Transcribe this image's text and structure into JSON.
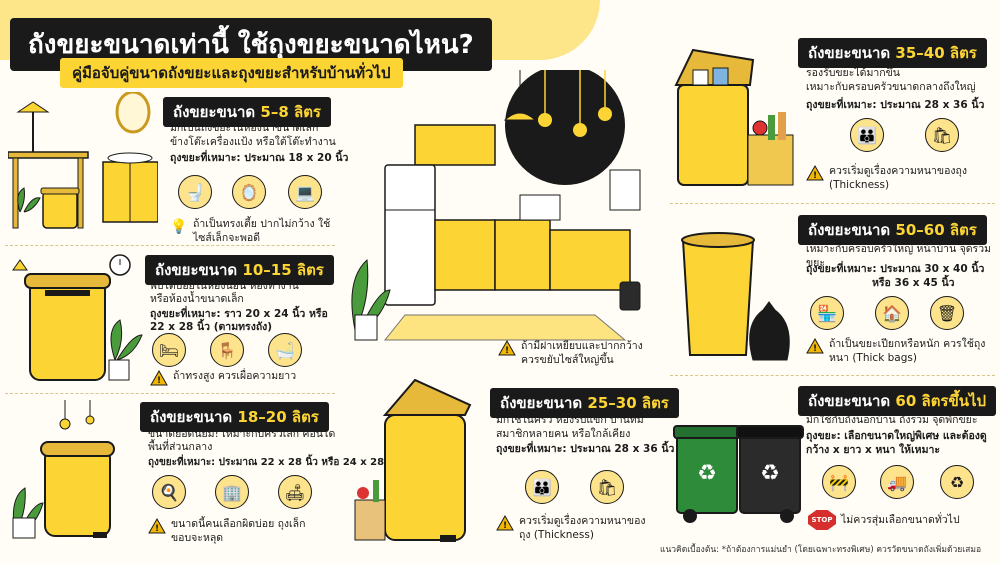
{
  "title": {
    "main": "ถังขยะขนาดเท่านี้ ใช้ถุงขยะขนาดไหน?",
    "subtitle": "คู่มือจับคู่ขนาดถังขยะและถุงขยะสำหรับบ้านทั่วไป"
  },
  "sections": {
    "s1": {
      "prefix": "ถังขยะขนาด ",
      "size": "5–8 ลิตร",
      "desc1": "มักเป็นถังขยะในห้องน้ำขนาดเล็ก",
      "desc2": "ข้างโต๊ะเครื่องแป้ง หรือใต้โต๊ะทำงาน",
      "bag": "ถุงขยะที่เหมาะ: ประมาณ 18 x 20 นิ้ว",
      "tip": "ถ้าเป็นทรงเตี้ย ปากไม่กว้าง ใช้ไซส์เล็กจะพอดี"
    },
    "s2": {
      "prefix": "ถังขยะขนาด ",
      "size": "10–15 ลิตร",
      "desc1": "พบได้บ่อยในห้องนอน ห้องทำงาน",
      "desc2": "หรือห้องน้ำขนาดเล็ก",
      "bag1": "ถุงขยะที่เหมาะ: ราว 20 x 24 นิ้ว หรือ",
      "bag2": "22 x 28 นิ้ว (ตามทรงถัง)",
      "tip": "ถ้าทรงสูง ควรเผื่อความยาว"
    },
    "s3": {
      "prefix": "ถังขยะขนาด ",
      "size": "18–20 ลิตร",
      "desc1": "ขนาดยอดนิยม! เหมาะกับครัวเล็ก คอนโด",
      "desc2": "พื้นที่ส่วนกลาง",
      "bag": "ถุงขยะที่เหมาะ: ประมาณ 22 x 28 นิ้ว หรือ 24 x 28 นิ้ว",
      "tip": "ขนาดนี้คนเลือกผิดบ่อย ถุงเล็กขอบจะหลุด"
    },
    "s4": {
      "prefix": "ถังขยะขนาด ",
      "size": "25–30 ลิตร",
      "desc1": "มักใช้ในครัว ห้องรับแขก บ้านที่มี",
      "desc2": "สมาชิกหลายคน หรือใกล้เคียง",
      "bag": "ถุงขยะที่เหมาะ: ประมาณ 28 x 36 นิ้ว",
      "tip": "ควรเริ่มดูเรื่องความหนาของถุง (Thickness)"
    },
    "s5": {
      "prefix": "ถังขยะขนาด ",
      "size": "35–40 ลิตร",
      "desc1": "รองรับขยะได้มากขึ้น",
      "desc2": "เหมาะกับครอบครัวขนาดกลางถึงใหญ่",
      "bag": "ถุงขยะที่เหมาะ: ประมาณ 28 x 36 นิ้ว",
      "tip": "ควรเริ่มดูเรื่องความหนาของถุง (Thickness)"
    },
    "s6": {
      "prefix": "ถังขยะขนาด ",
      "size": "50–60 ลิตร",
      "desc1": "เหมาะกับครอบครัวใหญ่ หน้าบ้าน จุดรวมขยะ",
      "bag1": "ถุงขยะที่เหมาะ: ประมาณ 30 x 40 นิ้ว",
      "bag2": "หรือ 36 x 45 นิ้ว",
      "tip": "ถ้าเป็นขยะเปียกหรือหนัก ควรใช้ถุงหนา (Thick bags)"
    },
    "s7": {
      "prefix": "ถังขยะขนาด ",
      "size": "60 ลิตรขึ้นไป",
      "desc1": "มักใช้กับถังนอกบ้าน ถังรวม จุดพักขยะ",
      "bag1": "ถุงขยะ: เลือกขนาดใหญ่พิเศษ และต้องดู",
      "bag2": "กว้าง x ยาว x หนา ให้เหมาะ",
      "tip": "ไม่ควรสุ่มเลือกขนาดทั่วไป",
      "stop": "STOP"
    }
  },
  "kitchen_tip": "ถ้ามีฝาเหยียบและปากกว้าง ควรขยับไซส์ใหญ่ขึ้น",
  "footer": "แนวคิดเบื้องต้น: *ถ้าต้องการแม่นยำ (โดยเฉพาะทรงพิเศษ) ควรวัดขนาดถังเพิ่มด้วยเสมอ",
  "colors": {
    "accent": "#fcd535",
    "dark": "#1a1a1a",
    "green": "#2e8b3a",
    "warning": "#f2b705"
  },
  "icons": [
    "toilet-icon",
    "mirror-icon",
    "laptop-icon",
    "bed-icon",
    "desk-icon",
    "bathtub-icon",
    "stove-icon",
    "building-icon",
    "sofa-icon",
    "family-icon",
    "grocery-bag-icon",
    "shop-icon",
    "house-icon",
    "bin-icon",
    "fence-icon",
    "truck-icon",
    "recycle-icon",
    "lightbulb-icon",
    "warning-icon",
    "stop-icon"
  ]
}
